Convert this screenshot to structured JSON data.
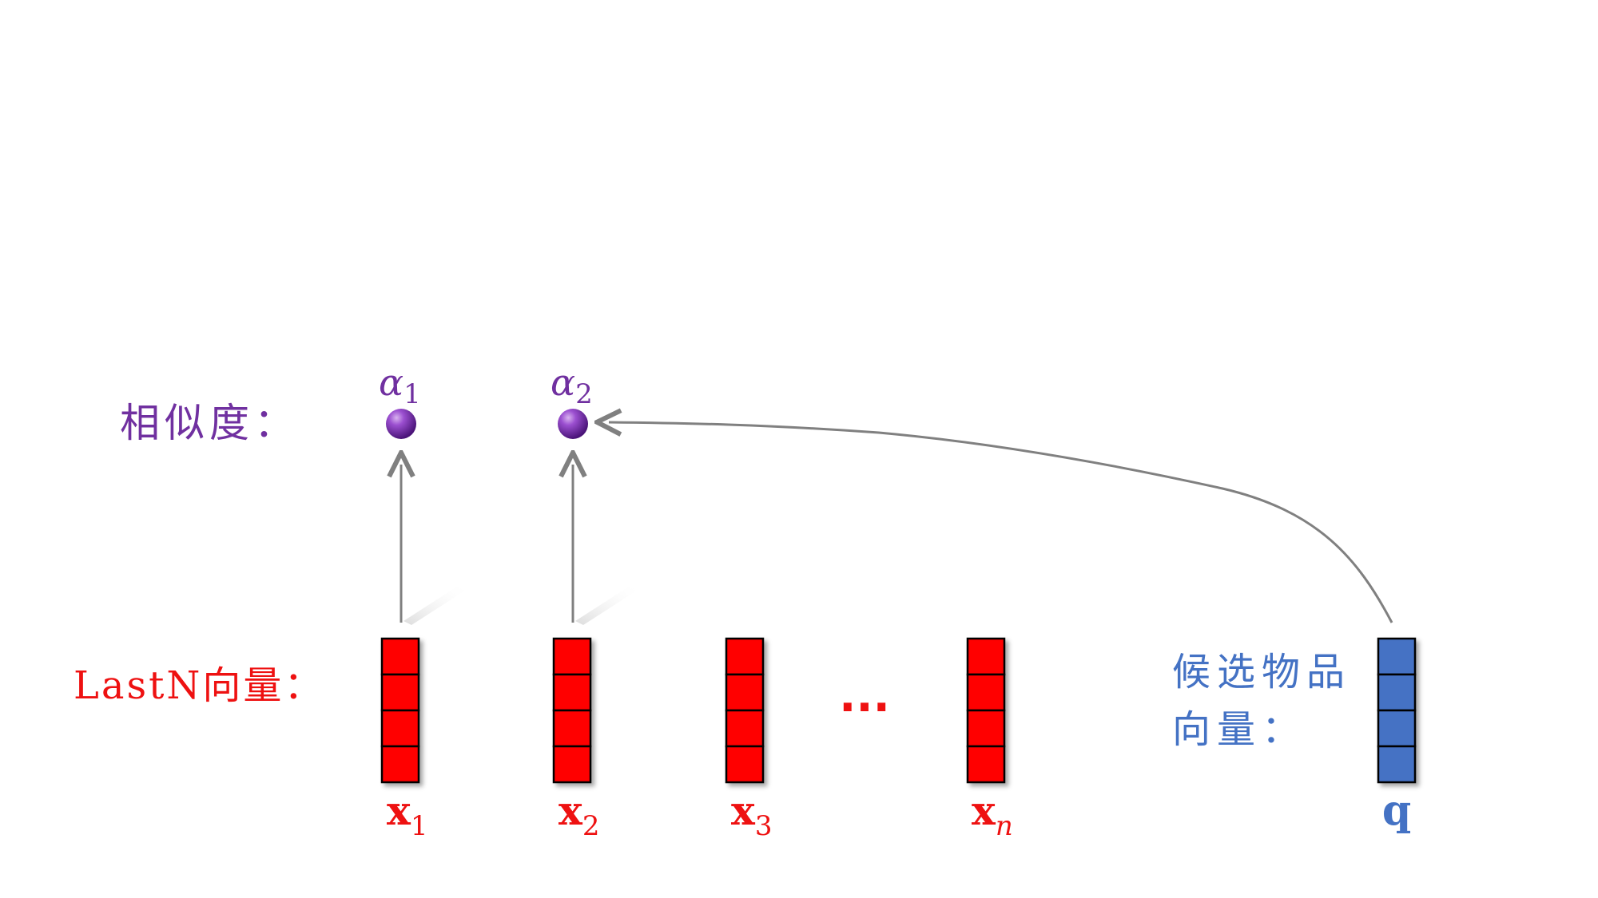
{
  "labels": {
    "similarity": "相似度：",
    "lastn": "LastN向量：",
    "candidate_line1": "候选物品",
    "candidate_line2": "向量："
  },
  "alphas": [
    {
      "base": "α",
      "sub": "1"
    },
    {
      "base": "α",
      "sub": "2"
    }
  ],
  "vectors": [
    {
      "base": "x",
      "sub": "1"
    },
    {
      "base": "x",
      "sub": "2"
    },
    {
      "base": "x",
      "sub": "3"
    },
    {
      "base": "x",
      "sub": "n"
    }
  ],
  "ellipsis": "···",
  "query": {
    "label": "q"
  },
  "colors": {
    "red": "#ee1111",
    "red_cell": "#ff0000",
    "blue": "#3c6fc6",
    "blue_text": "#4472c4",
    "purple": "#7030a0",
    "arrow": "#808080"
  }
}
